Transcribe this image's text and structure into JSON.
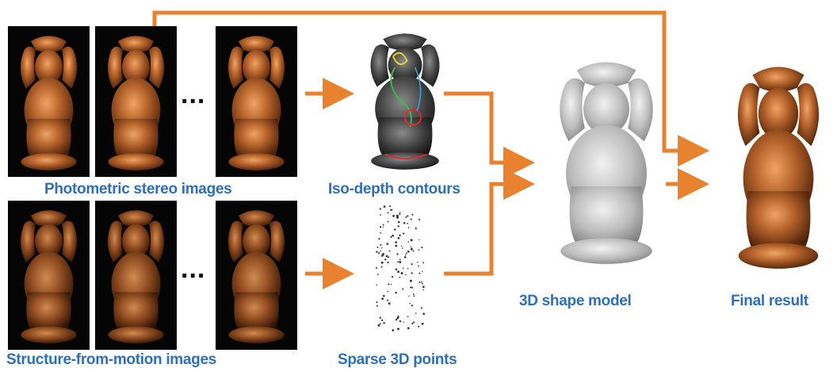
{
  "labels": {
    "photometric": "Photometric stereo images",
    "sfm": "Structure-from-motion images",
    "iso_depth": "Iso-depth contours",
    "sparse": "Sparse 3D points",
    "shape_model": "3D shape model",
    "final": "Final result"
  },
  "ellipsis": "...",
  "colors": {
    "arrow": "#e8822f",
    "label": "#2f6fb3",
    "bronze": "#a85a24",
    "gray_model": "#b9b9b9"
  }
}
